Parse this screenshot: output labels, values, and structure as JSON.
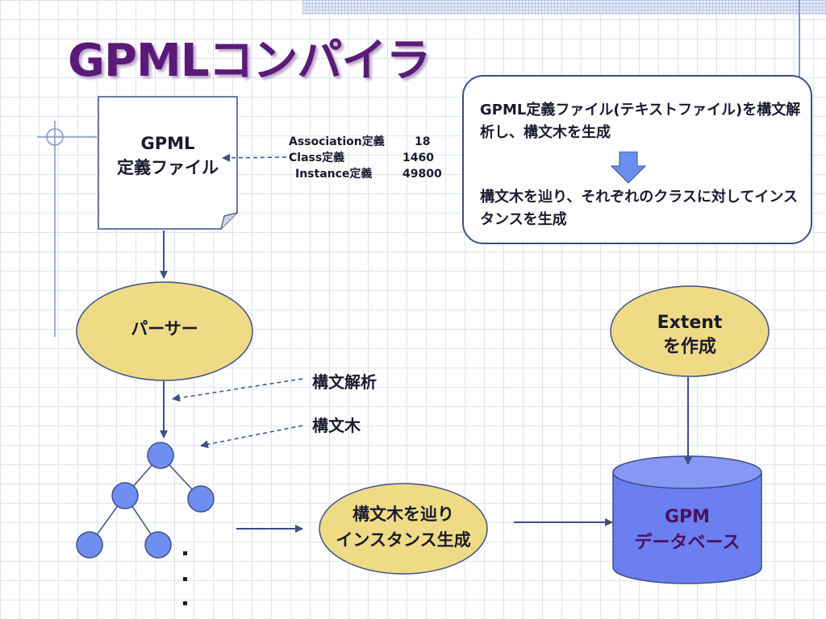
{
  "title": "GPMLコンパイラ",
  "file": {
    "line1": "GPML",
    "line2": "定義ファイル"
  },
  "stats": [
    {
      "name": "Association定義",
      "value": "18"
    },
    {
      "name": "Class定義",
      "value": "1460"
    },
    {
      "name": "Instance定義",
      "value": "49800"
    }
  ],
  "note": {
    "text1": "GPML定義ファイル(テキストファイル)を構文解析し、構文木を生成",
    "text2": "構文木を辿り、それぞれのクラスに対してインスタンスを生成"
  },
  "parser": {
    "label": "パーサー"
  },
  "extent": {
    "line1": "Extent",
    "line2": "を作成"
  },
  "annotations": {
    "parse": "構文解析",
    "tree": "構文木"
  },
  "traverse": {
    "line1": "構文木を辿り",
    "line2": "インスタンス生成"
  },
  "database": {
    "line1": "GPM",
    "line2": "データベース"
  },
  "colors": {
    "title": "#5b1a78",
    "ellipse_fill": "#efdb86",
    "ellipse_stroke": "#3e4f86",
    "node_fill": "#6f8ff0",
    "db_fill": "#6b7ff0",
    "arrow": "#3e4f86"
  }
}
